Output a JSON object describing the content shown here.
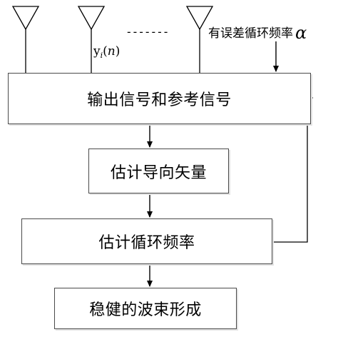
{
  "diagram": {
    "blocks": {
      "output_and_reference": "输出信号和参考信号",
      "estimate_steering_vector": "估计导向矢量",
      "estimate_cyclic_frequency": "估计循环频率",
      "robust_beamforming": "稳健的波束形成"
    },
    "signal_label": {
      "base": "y",
      "subscript": "i",
      "open": "(",
      "argument": "n",
      "close": ")"
    },
    "error_label": {
      "text": "有误差循环频率",
      "symbol": "α"
    },
    "antenna_count_shown": 3,
    "ellipsis": "-------"
  }
}
